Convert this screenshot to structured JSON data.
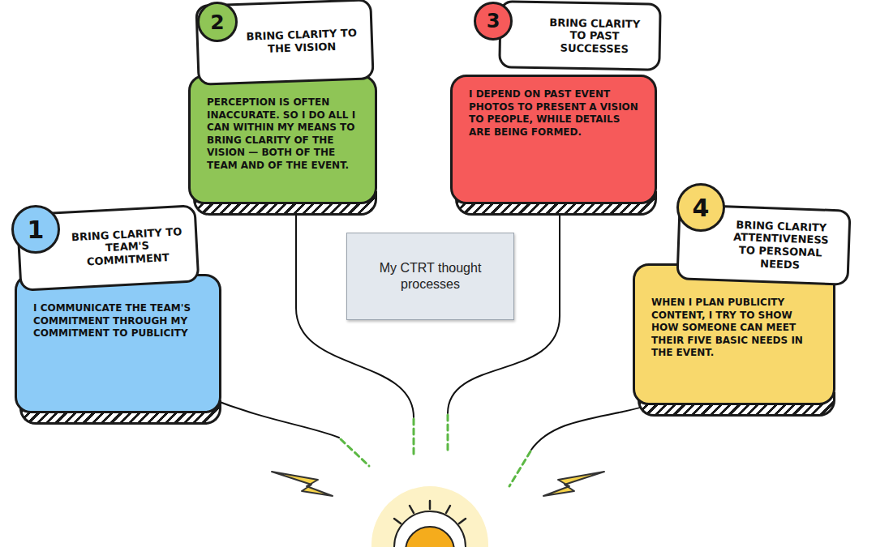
{
  "diagram": {
    "nodes": [
      {
        "text": [
          "BRING CLARITY TO TEAM'S COMMITMENT",
          "I COMMUNICATE THE TEAM'S COMMITMENT THROUGH MY COMMITMENT TO PUBLICITY"
        ]
      },
      {
        "text": [
          "BRING CLARITY TO THE VISION",
          "PERCEPTION IS OFTEN INACCURATE. SO I DO ALL I CAN WITHIN MY MEANS TO BRING CLARITY OF THE VISION — BOTH OF THE TEAM AND OF THE EVENT."
        ]
      },
      {
        "text": [
          "BRING CLARITY TO PAST SUCCESSES",
          "I DEPEND ON PAST EVENT PHOTOS TO PRESENT A VISION TO PEOPLE, WHILE DETAILS ARE BEING FORMED."
        ]
      },
      {
        "text": [
          "BRING CLARITY ATTENTIVENESS TO PERSONAL NEEDS",
          "WHEN I PLAN PUBLICITY CONTENT, I TRY TO SHOW HOW SOMEONE CAN MEET THEIR FIVE BASIC NEEDS IN THE EVENT."
        ]
      },
      {
        "text": [
          "My CTRT thought processes"
        ]
      }
    ],
    "labels": [
      "1",
      "2",
      "3",
      "4"
    ]
  }
}
